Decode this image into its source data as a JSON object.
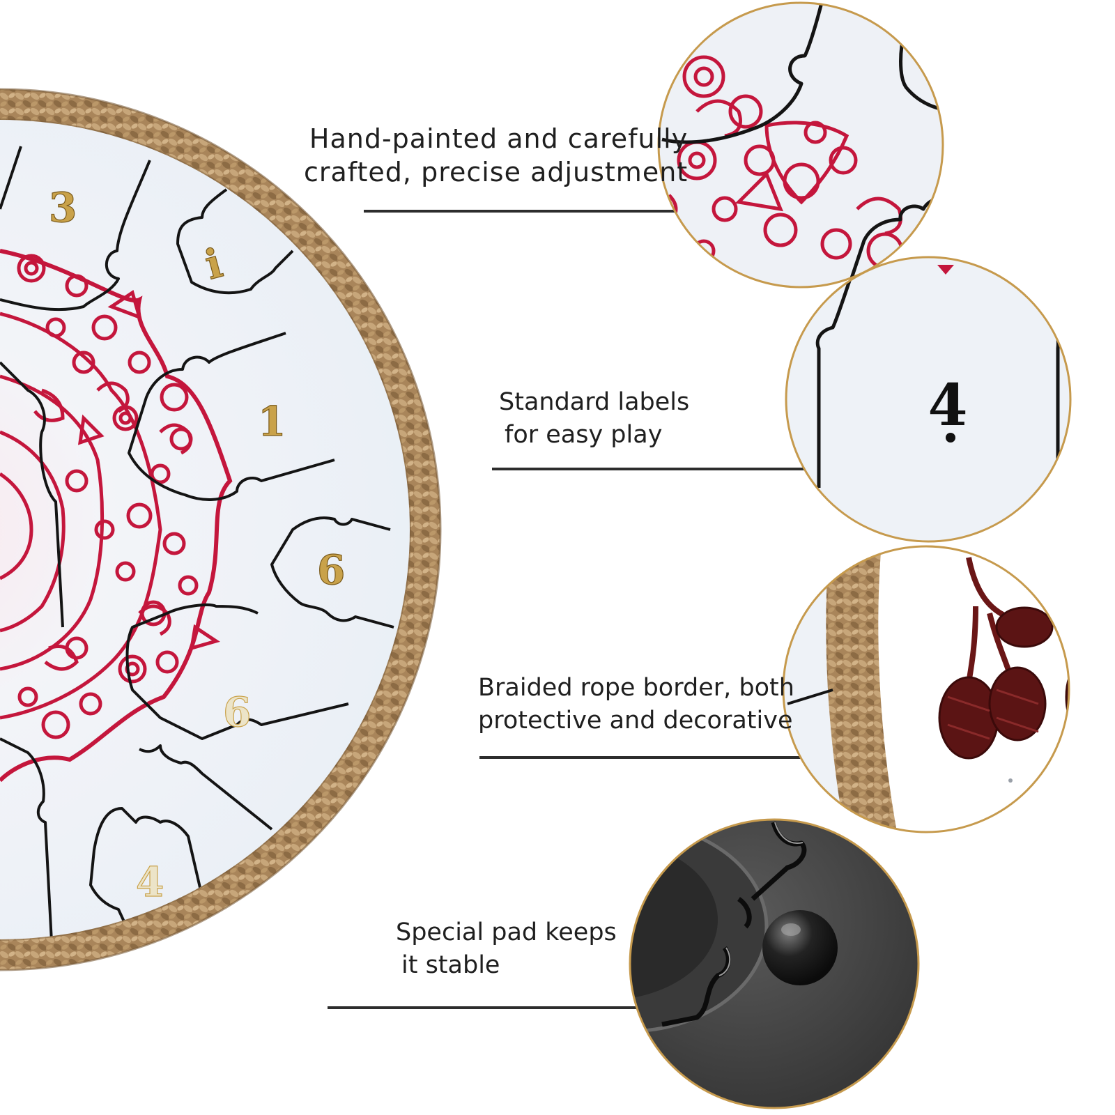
{
  "features": [
    {
      "id": "hand-painted",
      "lines": [
        "Hand-painted and carefully",
        "crafted, precise adjustment"
      ]
    },
    {
      "id": "standard-labels",
      "lines": [
        "Standard labels",
        "for easy play"
      ]
    },
    {
      "id": "braided-rope",
      "lines": [
        "Braided rope border, both",
        "protective and decorative"
      ]
    },
    {
      "id": "special-pad",
      "lines": [
        "Special pad keeps",
        "it stable"
      ]
    }
  ],
  "drum": {
    "note_labels": [
      "3",
      "i",
      "1",
      "6",
      "6",
      "4"
    ]
  },
  "detail_label": "4",
  "colors": {
    "drum_face": "#eef3f8",
    "rope": "#b18f62",
    "pattern": "#c4163c",
    "line": "#141414",
    "gold": "#c9a24a",
    "pad": "#3c3c3c"
  }
}
